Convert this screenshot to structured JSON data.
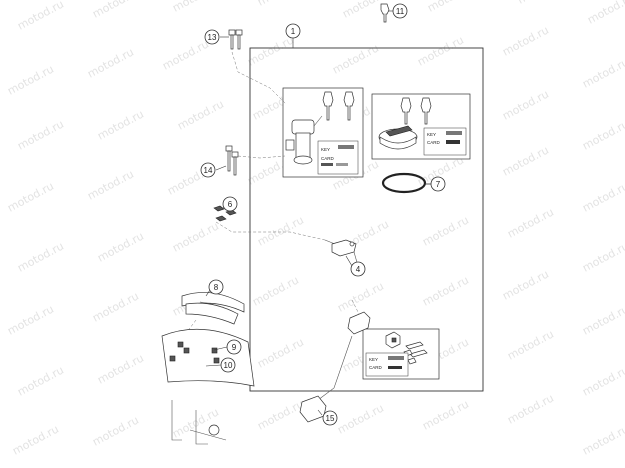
{
  "watermark": {
    "text": "motod.ru"
  },
  "callouts": [
    {
      "id": "1",
      "label": "1"
    },
    {
      "id": "4",
      "label": "4"
    },
    {
      "id": "6",
      "label": "6"
    },
    {
      "id": "7",
      "label": "7"
    },
    {
      "id": "8",
      "label": "8"
    },
    {
      "id": "9",
      "label": "9"
    },
    {
      "id": "10",
      "label": "10"
    },
    {
      "id": "11",
      "label": "11"
    },
    {
      "id": "13",
      "label": "13"
    },
    {
      "id": "14",
      "label": "14"
    },
    {
      "id": "15",
      "label": "15"
    }
  ],
  "key_cards": [
    {
      "id": "card-a",
      "key_label": "KEY",
      "code_label": "CARD"
    },
    {
      "id": "card-b",
      "key_label": "KEY",
      "code_label": "CARD"
    },
    {
      "id": "card-c",
      "key_label": "KEY",
      "code_label": "CARD"
    }
  ],
  "colors": {
    "line": "#333333",
    "watermark": "#e3e3e3",
    "background": "#ffffff"
  }
}
